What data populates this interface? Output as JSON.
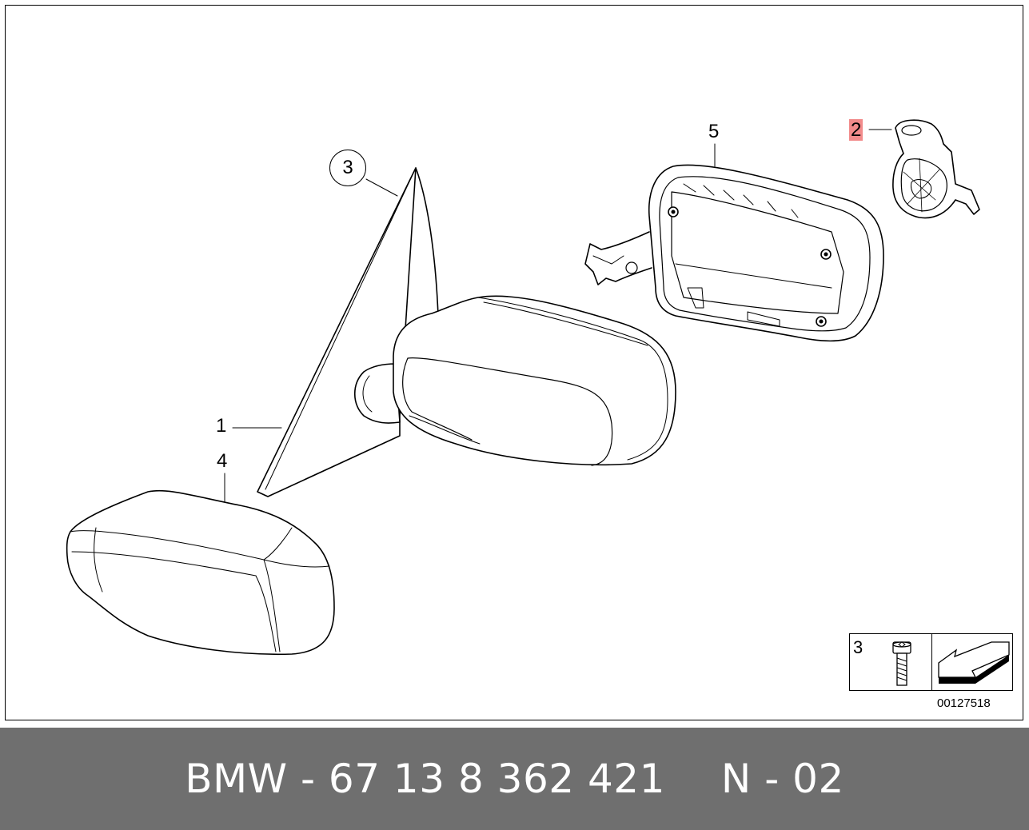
{
  "callouts": {
    "part_1": "1",
    "part_2": "2",
    "part_3": "3",
    "part_4": "4",
    "part_5": "5"
  },
  "legend": {
    "quantity": "3",
    "icons": [
      "screw-icon",
      "orientation-arrow-icon"
    ]
  },
  "diagram_number": "00127518",
  "footer": {
    "part_number_text": "BMW - 67 13 8 362 421",
    "variant_text": "N - 02"
  },
  "colors": {
    "footer_background": "#6f6f6f",
    "callout_highlight": "#f28b8b",
    "line": "#000000"
  }
}
